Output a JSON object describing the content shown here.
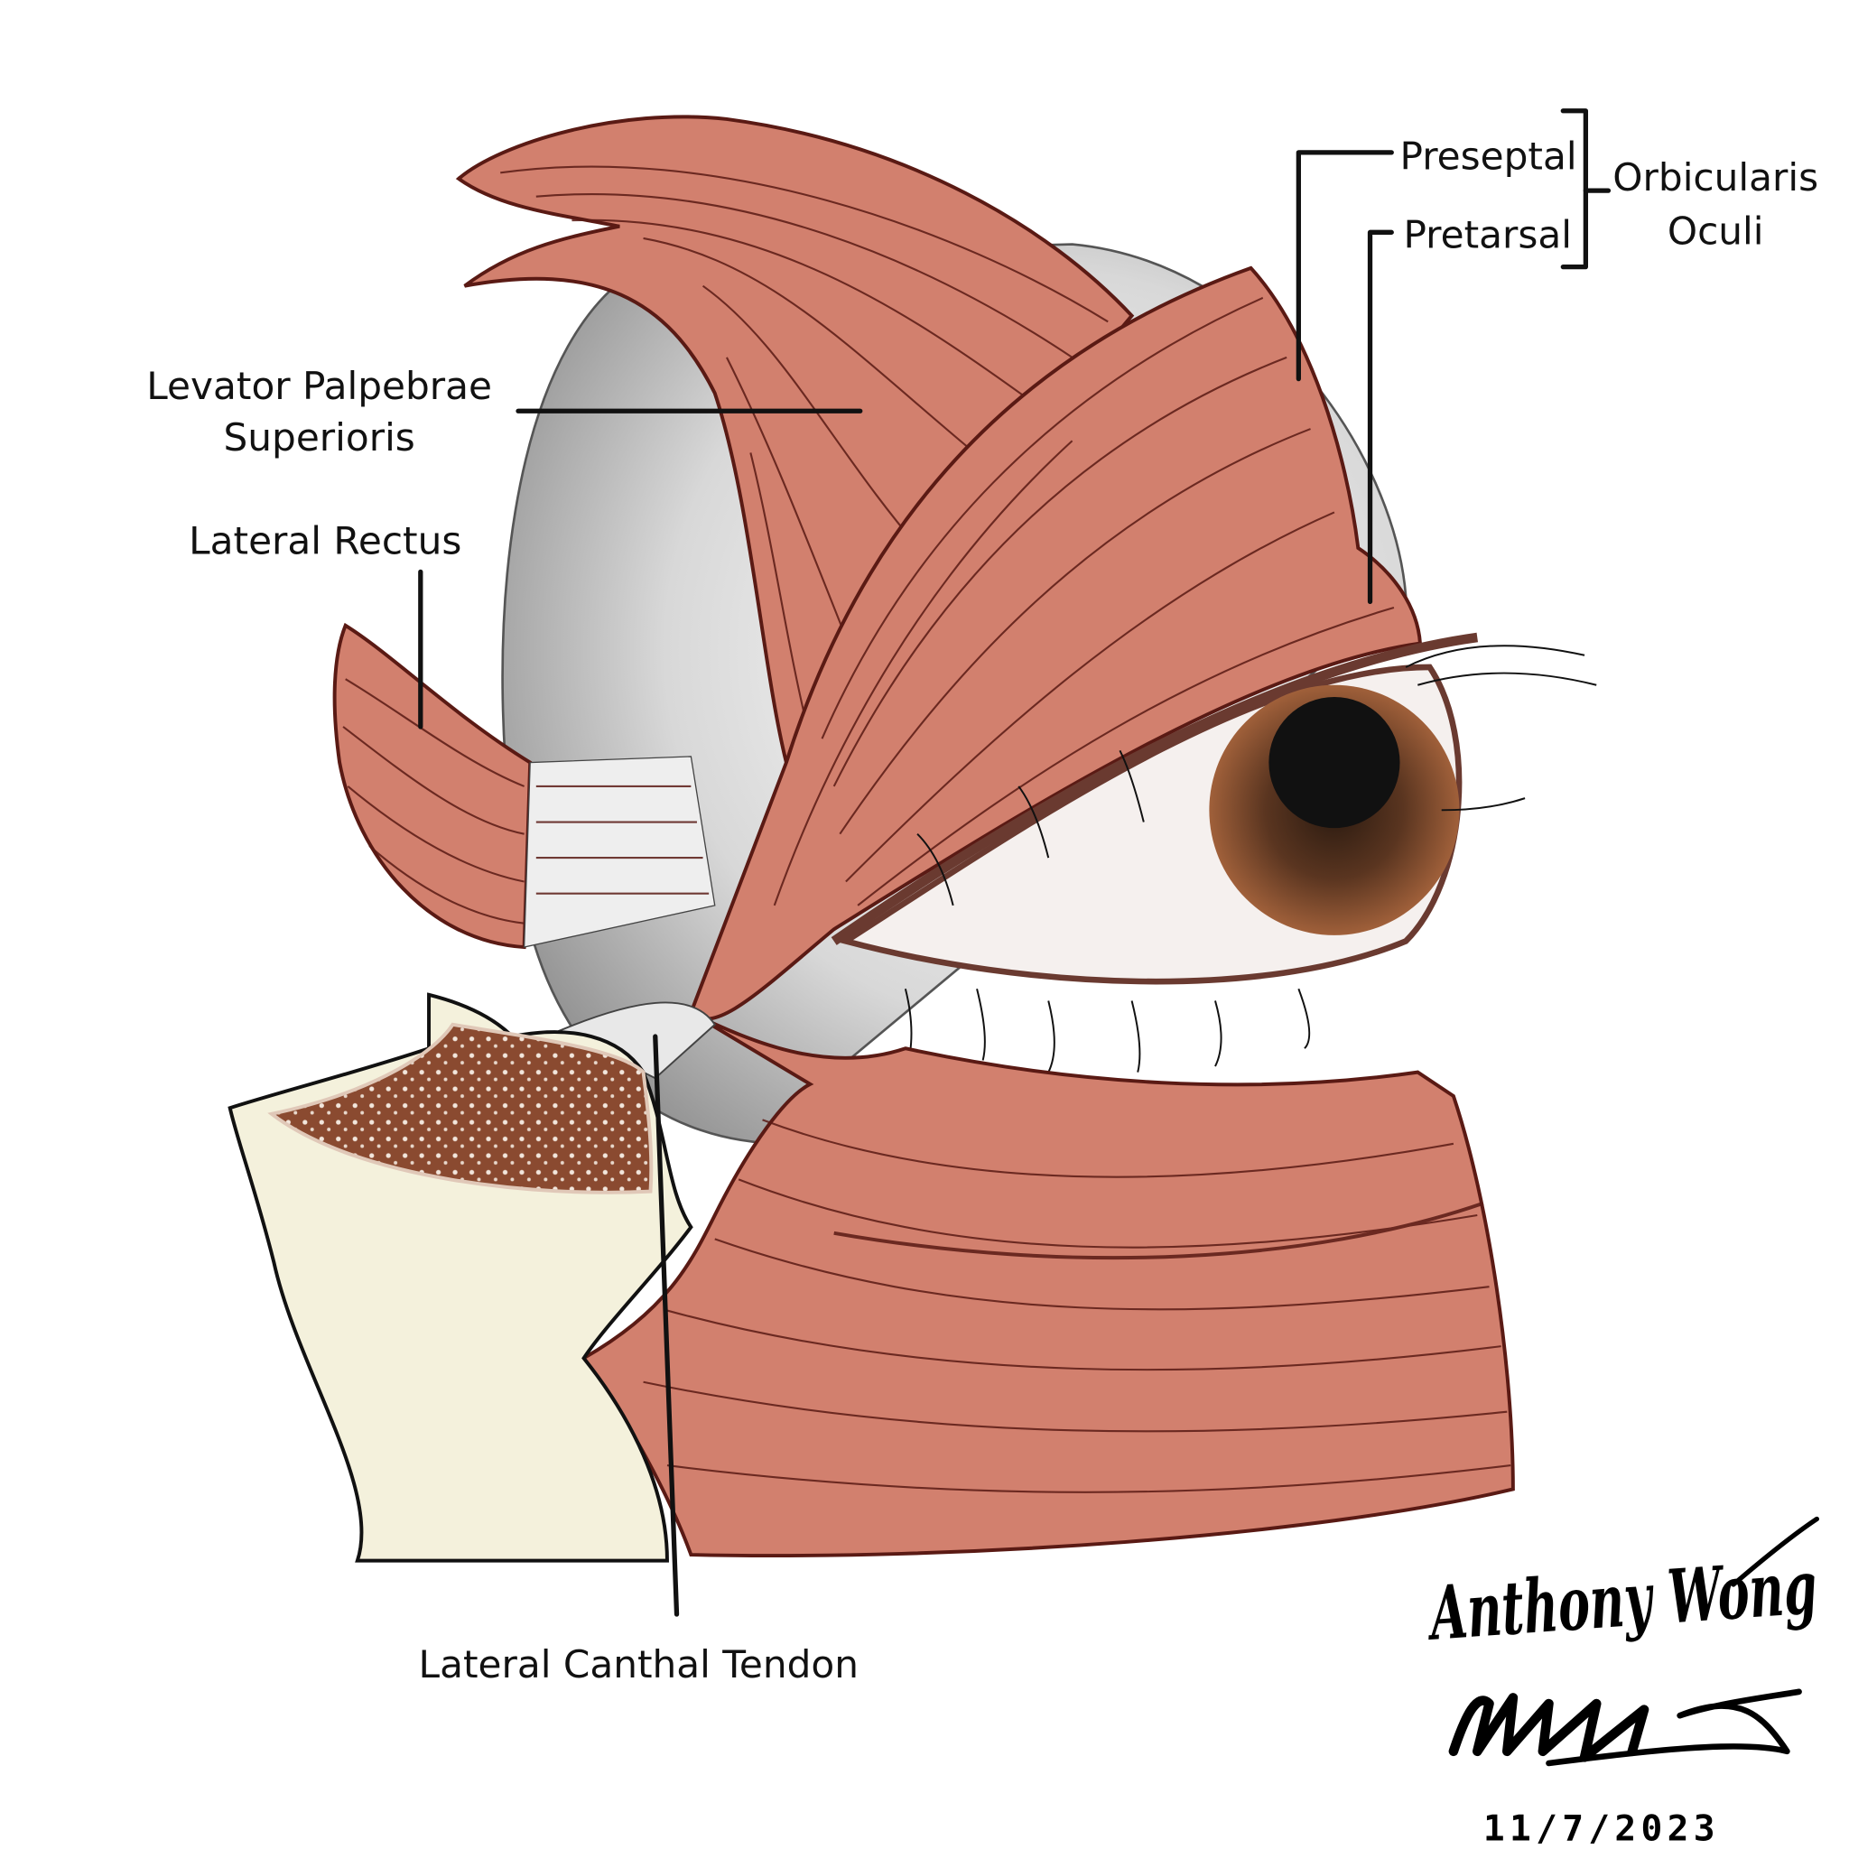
{
  "title": "Lateral canthal anatomy",
  "labels": {
    "preseptal": "Preseptal",
    "pretarsal": "Pretarsal",
    "orbicularis_line1": "Orbicularis",
    "orbicularis_line2": "Oculi",
    "levator_line1": "Levator Palpebrae",
    "levator_line2": "Superioris",
    "lateral_rectus": "Lateral Rectus",
    "lateral_canthal_tendon": "Lateral Canthal Tendon"
  },
  "signature": {
    "artist": "Anthony Wong",
    "date": "11/7/2023"
  },
  "colors": {
    "muscle": "#d2806e",
    "muscle_outline": "#5a1a14",
    "globe": "#c9c9c9",
    "bone": "#f4f1dc",
    "marrow": "#8a4a30",
    "iris": "#7a4a2e"
  }
}
